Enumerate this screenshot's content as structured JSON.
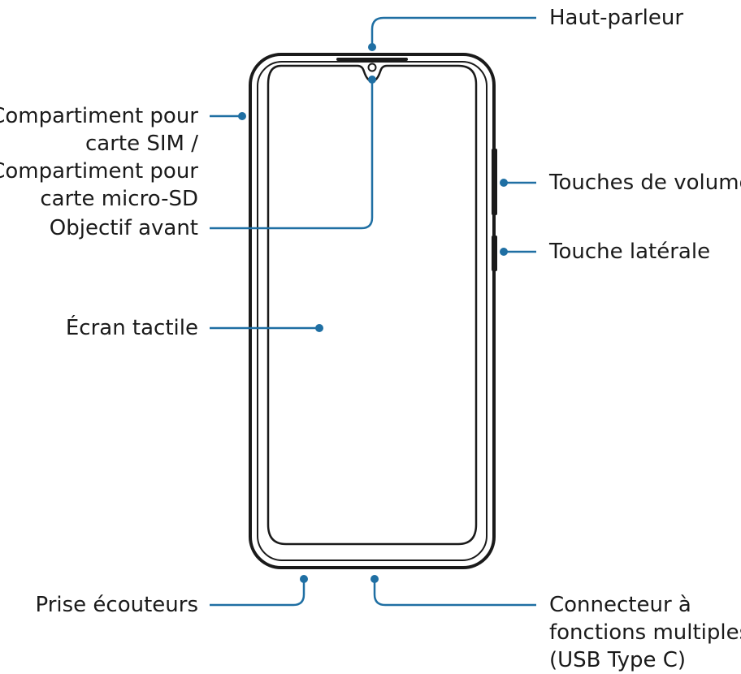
{
  "colors": {
    "leader": "#1F6FA3",
    "outline": "#1a1a1a",
    "text": "#1a1a1a"
  },
  "labels": {
    "speaker": [
      "Haut-parleur"
    ],
    "sim_tray": [
      "Compartiment pour",
      "carte SIM /",
      "Compartiment pour",
      "carte micro-SD"
    ],
    "front_camera": [
      "Objectif avant"
    ],
    "volume_keys": [
      "Touches de volume"
    ],
    "side_key": [
      "Touche latérale"
    ],
    "touchscreen": [
      "Écran tactile"
    ],
    "headset_jack": [
      "Prise écouteurs"
    ],
    "multipurpose_jack": [
      "Connecteur à",
      "fonctions multiples",
      "(USB Type C)"
    ]
  }
}
